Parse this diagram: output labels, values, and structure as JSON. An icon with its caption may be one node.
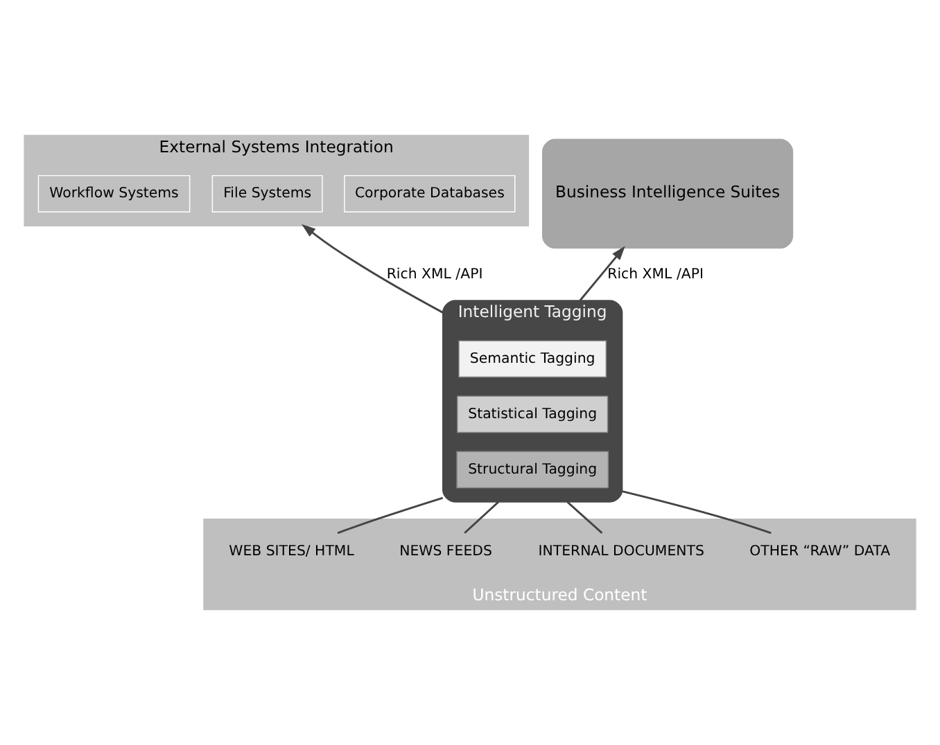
{
  "diagram": {
    "nodes": [
      {
        "text": [
          "External Systems Integration"
        ]
      },
      {
        "text": [
          "Corporate Databases"
        ],
        "in": 0
      },
      {
        "text": [
          "File Systems"
        ],
        "in": 0
      },
      {
        "text": [
          "Workflow Systems"
        ],
        "in": 0
      },
      {
        "text": [
          "Business Intelligence Suites"
        ]
      },
      {
        "text": [
          "Intelligent Tagging"
        ]
      },
      {
        "text": [
          "Semantic Tagging"
        ],
        "in": 5
      },
      {
        "text": [
          "Statistical Tagging"
        ],
        "in": 5
      },
      {
        "text": [
          "Structural Tagging"
        ],
        "in": 5
      },
      {
        "text": [
          "Unstructured Content"
        ]
      },
      {
        "text": [
          "WEB SITES/ HTML"
        ],
        "in": 9
      },
      {
        "text": [
          "NEWS FEEDS"
        ],
        "in": 9
      },
      {
        "text": [
          "INTERNAL DOCUMENTS"
        ],
        "in": 9
      },
      {
        "text": [
          "OTHER “RAW” DATA"
        ],
        "in": 9
      }
    ],
    "edges": [
      {
        "from": 5,
        "to": 0,
        "arrow": "to",
        "label": "Rich XML /API"
      },
      {
        "from": 5,
        "to": 4,
        "arrow": "to",
        "label": "Rich XML /API"
      },
      {
        "from": 10,
        "to": 5,
        "arrow": "none"
      },
      {
        "from": 11,
        "to": 5,
        "arrow": "none"
      },
      {
        "from": 12,
        "to": 5,
        "arrow": "none"
      },
      {
        "from": 13,
        "to": 5,
        "arrow": "none"
      }
    ]
  }
}
